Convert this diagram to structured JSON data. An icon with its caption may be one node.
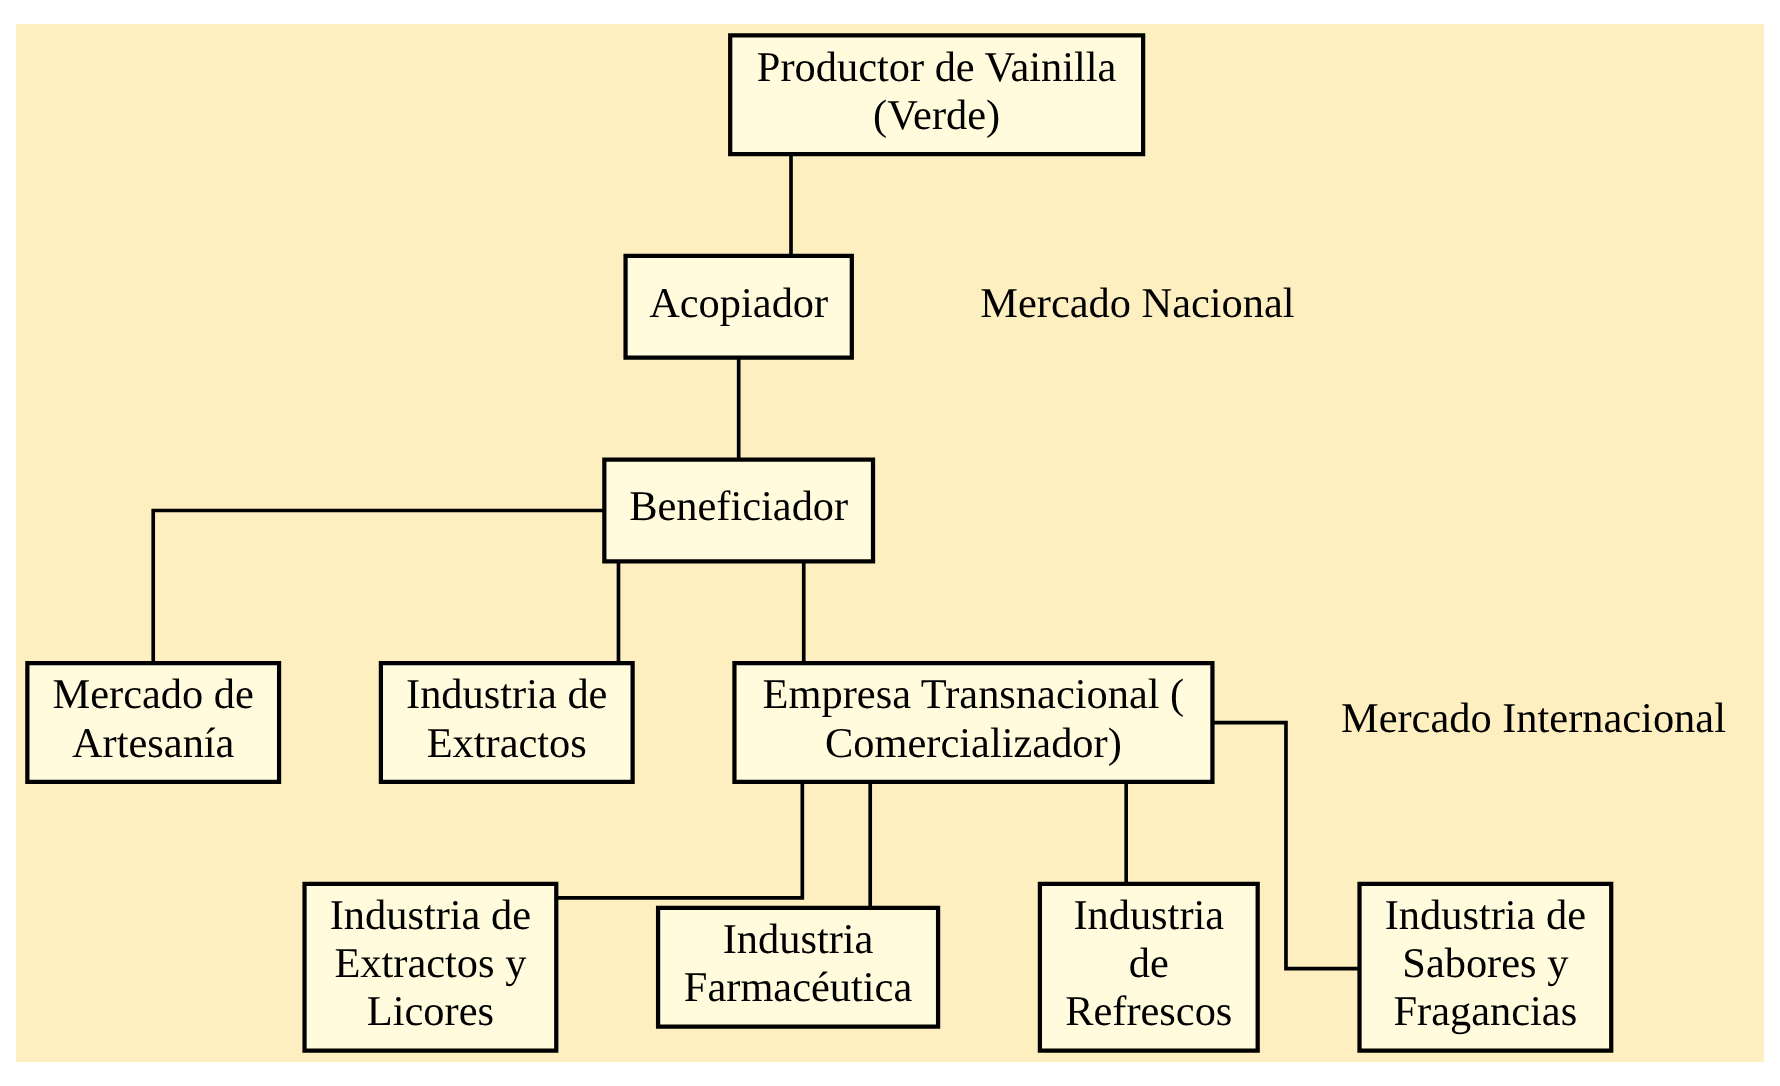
{
  "diagram": {
    "nodes": [
      {
        "text": [
          "Productor de Vainilla (Verde)"
        ]
      },
      {
        "text": [
          "Acopiador"
        ]
      },
      {
        "text": [
          "Beneficiador"
        ]
      },
      {
        "text": [
          "Mercado de Artesanía"
        ]
      },
      {
        "text": [
          "Industria de Extractos"
        ]
      },
      {
        "text": [
          "Empresa Transnacional ( Comercializador)"
        ]
      },
      {
        "text": [
          "Industria de Extractos y Licores"
        ]
      },
      {
        "text": [
          "Industria Farmacéutica"
        ]
      },
      {
        "text": [
          "Industria de Refrescos"
        ]
      },
      {
        "text": [
          "Industria de Sabores y Fragancias"
        ]
      }
    ],
    "edges": [
      {
        "from": 0,
        "to": 1,
        "arrow": "none"
      },
      {
        "from": 1,
        "to": 2,
        "arrow": "none"
      },
      {
        "from": 2,
        "to": 3,
        "arrow": "none"
      },
      {
        "from": 2,
        "to": 4,
        "arrow": "none"
      },
      {
        "from": 2,
        "to": 5,
        "arrow": "none"
      },
      {
        "from": 5,
        "to": 6,
        "arrow": "none"
      },
      {
        "from": 5,
        "to": 7,
        "arrow": "none"
      },
      {
        "from": 5,
        "to": 8,
        "arrow": "none"
      },
      {
        "from": 5,
        "to": 9,
        "arrow": "none"
      }
    ],
    "labels": [
      "Mercado Nacional",
      "Mercado Internacional"
    ]
  }
}
